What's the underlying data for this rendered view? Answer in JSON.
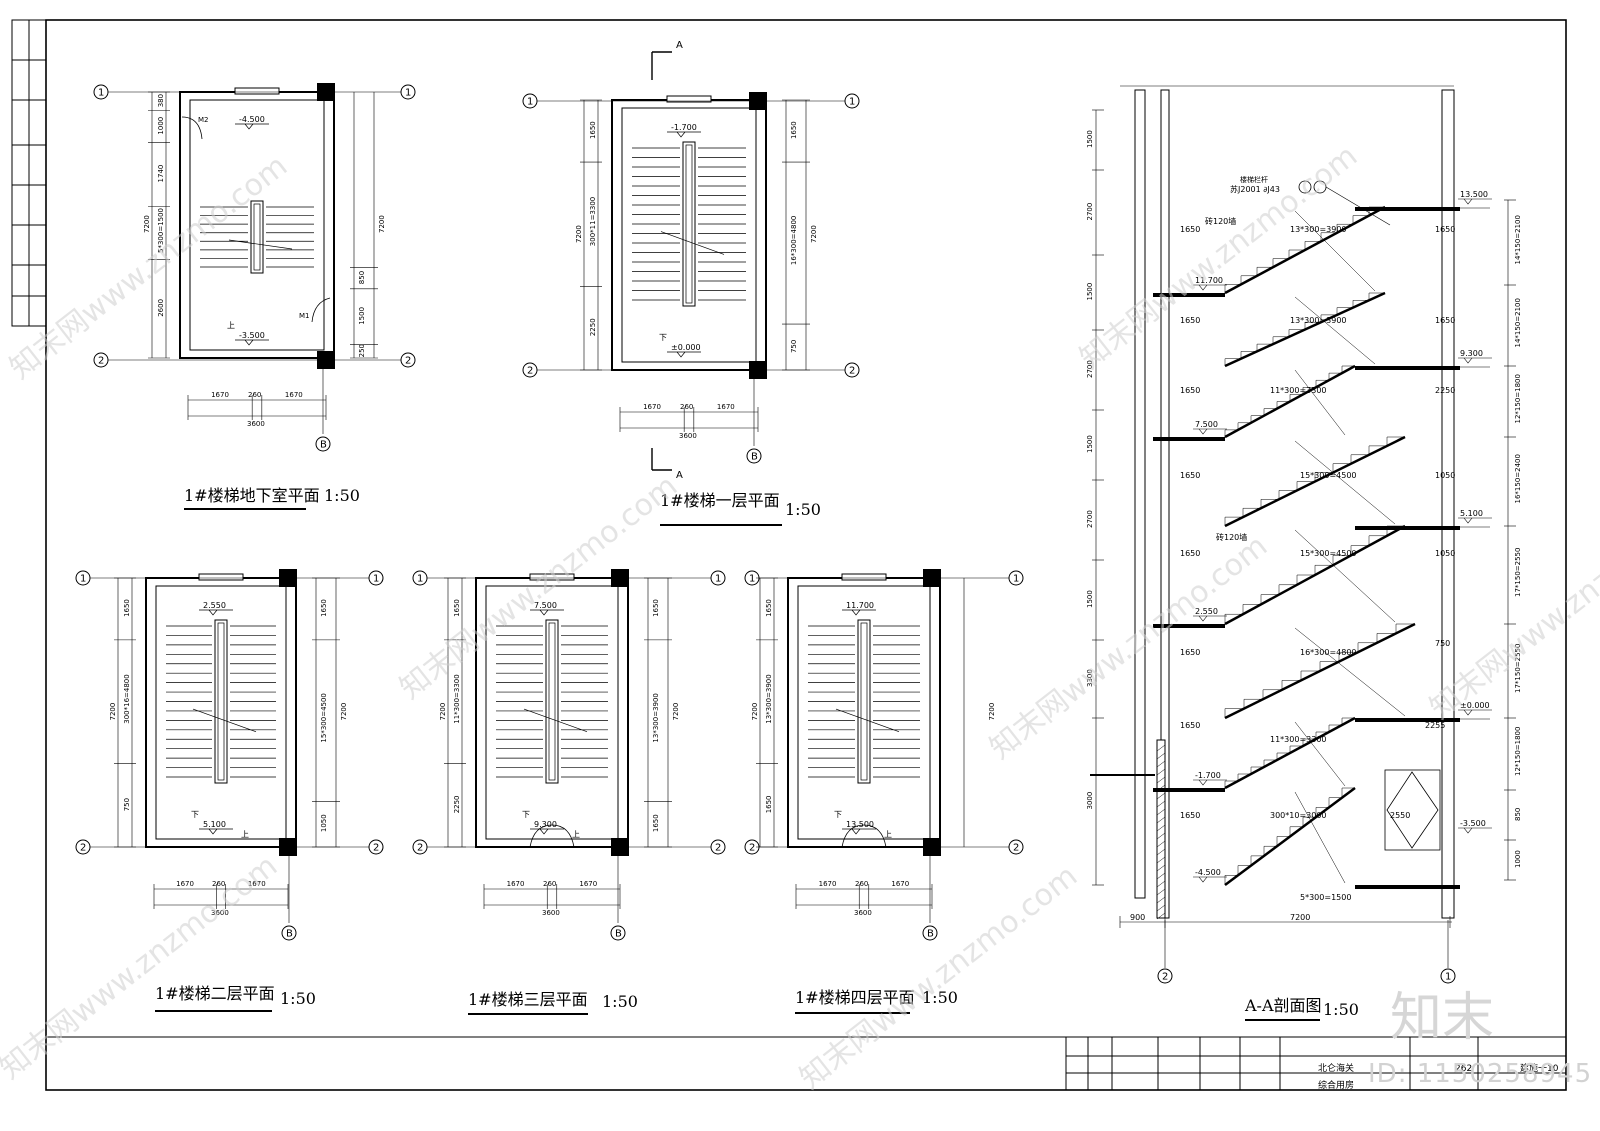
{
  "plans": [
    {
      "id": "basement",
      "title": "1#楼梯地下室平面",
      "scale": "1:50",
      "levels": [
        "-4.500",
        "-3.500"
      ],
      "dims_bottom": [
        "1670",
        "260",
        "1670"
      ],
      "dim_total": "3600",
      "dims_left": [
        "380",
        "1000",
        "1740",
        "5*300=1500",
        "2600"
      ],
      "dim_left_total": "7200",
      "dims_right": [
        "850",
        "1500",
        "250"
      ],
      "dim_right_total": "7200",
      "axes": [
        "1",
        "2",
        "B"
      ],
      "door_labels": [
        "M2",
        "M1"
      ],
      "arrow_labels": [
        "上"
      ]
    },
    {
      "id": "first",
      "title": "1#楼梯一层平面",
      "scale": "1:50",
      "levels": [
        "-1.700",
        "±0.000"
      ],
      "dims_bottom": [
        "1670",
        "260",
        "1670"
      ],
      "dim_total": "3600",
      "dims_left": [
        "1650",
        "300*11=3300",
        "2250"
      ],
      "dim_left_total": "7200",
      "dims_right": [
        "1650",
        "16*300=4800",
        "750"
      ],
      "dim_right_total": "7200",
      "axes": [
        "1",
        "2",
        "B"
      ],
      "section_mark": "A",
      "arrow_labels": [
        "下"
      ]
    },
    {
      "id": "second",
      "title": "1#楼梯二层平面",
      "scale": "1:50",
      "levels": [
        "2.550",
        "5.100"
      ],
      "dims_bottom": [
        "1670",
        "260",
        "1670"
      ],
      "dim_total": "3600",
      "dims_left": [
        "1650",
        "300*16=4800",
        "750"
      ],
      "dim_left_total": "7200",
      "dims_right": [
        "1650",
        "15*300=4500",
        "1050"
      ],
      "dim_right_total": "7200",
      "axes": [
        "1",
        "2",
        "B"
      ],
      "arrow_labels": [
        "下",
        "上"
      ]
    },
    {
      "id": "third",
      "title": "1#楼梯三层平面",
      "scale": "1:50",
      "levels": [
        "7.500",
        "9.300"
      ],
      "dims_bottom": [
        "1670",
        "260",
        "1670"
      ],
      "dim_total": "3600",
      "dims_left": [
        "1650",
        "11*300=3300",
        "2250"
      ],
      "dim_left_total": "7200",
      "dims_right": [
        "1650",
        "13*300=3900",
        "1650"
      ],
      "dim_right_total": "7200",
      "axes": [
        "1",
        "2",
        "B"
      ],
      "arrow_labels": [
        "下",
        "上"
      ]
    },
    {
      "id": "fourth",
      "title": "1#楼梯四层平面",
      "scale": "1:50",
      "levels": [
        "11.700",
        "13.500"
      ],
      "dims_bottom": [
        "1670",
        "260",
        "1670"
      ],
      "dim_total": "3600",
      "dims_left": [
        "1650",
        "13*300=3900",
        "1650"
      ],
      "dim_left_total": "7200",
      "dims_right": [],
      "dim_right_total": "",
      "axes": [
        "1",
        "2",
        "B"
      ],
      "arrow_labels": [
        "下",
        "上"
      ]
    }
  ],
  "section": {
    "title": "A-A剖面图",
    "scale": "1:50",
    "note": "楼梯栏杆",
    "note_ref": "苏J2001 ∂J43",
    "wall_note": "砖120墙",
    "levels": [
      "13.500",
      "11.700",
      "9.300",
      "7.500",
      "5.100",
      "2.550",
      "±0.000",
      "-1.700",
      "-3.500",
      "-4.500"
    ],
    "flights": [
      "13*300=3900",
      "13*300=3900",
      "11*300=3300",
      "15*300=4500",
      "15*300=4500",
      "16*300=4800",
      "11*300=3300",
      "300*10=3000",
      "5*300=1500"
    ],
    "landings": [
      "1650",
      "1650",
      "2250",
      "1050",
      "1050",
      "750",
      "2255",
      "2550"
    ],
    "dims_left": [
      "1500",
      "2700",
      "1500",
      "2700",
      "1500",
      "2700",
      "1500",
      "3300",
      "3000"
    ],
    "dims_right": [
      "14*150=2100",
      "14*150=2100",
      "12*150=1800",
      "16*150=2400",
      "17*150=2550",
      "17*150=2550",
      "12*150=1800",
      "850",
      "1000"
    ],
    "dims_bottom": [
      "900",
      "7200"
    ],
    "axes": [
      "2",
      "1"
    ]
  },
  "title_block": {
    "project": "北仑海关",
    "building": "综合用房",
    "sheet_no": "262",
    "drawing_no": "建施一10"
  },
  "watermark": {
    "site": "知末网www.znzmo.com",
    "logo": "知末",
    "id": "ID: 1150258945"
  }
}
